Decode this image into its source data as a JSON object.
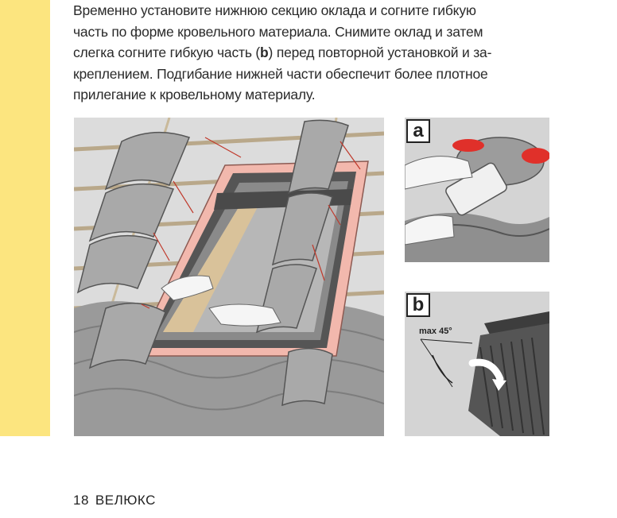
{
  "instruction": {
    "line1": "Временно установите нижнюю секцию оклада и согните гибкую",
    "line2": "часть по форме кровельного материала. Снимите оклад и затем",
    "line3_before": "слегка согните гибкую часть (",
    "line3_bold": "b",
    "line3_after": ") перед повторной установкой и за-",
    "line4": "креплением. Подгибание нижней части обеспечит более плотное",
    "line5": "прилегание к кровельному материалу."
  },
  "figures": {
    "panel_a_label": "a",
    "panel_b_label": "b",
    "angle_label": "max 45°"
  },
  "footer": {
    "page_number": "18",
    "brand": "ВЕЛЮКС"
  },
  "colors": {
    "sidebar": "#fce57f",
    "flashing_pink": "#f2b8ad",
    "panel_gray": "#dcdcdc",
    "seal_red": "#e0302a"
  }
}
